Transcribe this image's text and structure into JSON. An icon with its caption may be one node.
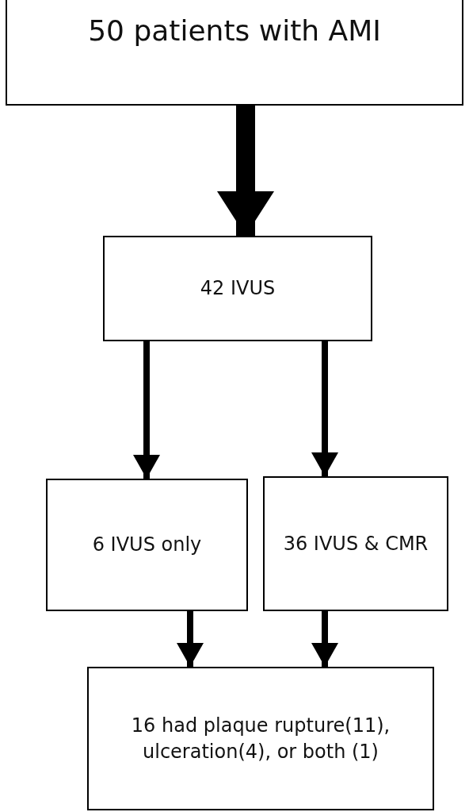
{
  "diagram": {
    "nodes": [
      {
        "text": [
          "50 patients with AMI"
        ]
      },
      {
        "text": [
          "42 IVUS"
        ]
      },
      {
        "text": [
          "6 IVUS only"
        ]
      },
      {
        "text": [
          "36 IVUS & CMR"
        ]
      },
      {
        "text": [
          "16 had plaque rupture(11), ulceration(4), or both (1)"
        ]
      }
    ],
    "edges": [
      {
        "from": 0,
        "to": 1,
        "arrow": "to",
        "style": "thick"
      },
      {
        "from": 1,
        "to": 2,
        "arrow": "to"
      },
      {
        "from": 1,
        "to": 3,
        "arrow": "to"
      },
      {
        "from": 2,
        "to": 4,
        "arrow": "to"
      },
      {
        "from": 3,
        "to": 4,
        "arrow": "to"
      }
    ]
  }
}
